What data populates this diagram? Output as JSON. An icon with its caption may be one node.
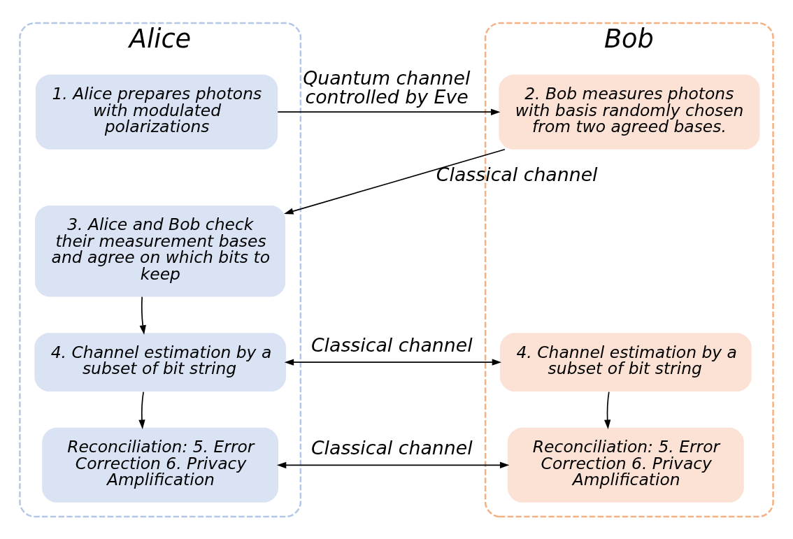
{
  "diagram": {
    "nodes": [
      {
        "text": [
          "Alice"
        ]
      },
      {
        "text": [
          "1. Alice prepares photons with modulated polarizations"
        ],
        "in": 0
      },
      {
        "text": [
          "3. Alice and Bob check their measurement bases and agree on which bits to keep"
        ],
        "in": 0
      },
      {
        "text": [
          "4. Channel estimation by a subset of bit string"
        ],
        "in": 0
      },
      {
        "text": [
          "Reconciliation: 5. Error Correction 6. Privacy Amplification"
        ],
        "in": 0
      },
      {
        "text": [
          "Bob"
        ]
      },
      {
        "text": [
          "2. Bob measures photons with basis randomly chosen from two agreed bases."
        ],
        "in": 5
      },
      {
        "text": [
          "4. Channel estimation by a subset of bit string"
        ],
        "in": 5
      },
      {
        "text": [
          "Reconciliation: 5. Error Correction 6. Privacy Amplification"
        ],
        "in": 5
      }
    ],
    "edges": [
      {
        "from": 1,
        "to": 6,
        "arrow": "to",
        "label": "Quantum channel controlled by Eve"
      },
      {
        "from": 6,
        "to": 2,
        "arrow": "to",
        "label": "Classical channel"
      },
      {
        "from": 2,
        "to": 3,
        "arrow": "to"
      },
      {
        "from": 3,
        "to": 7,
        "arrow": "both",
        "label": "Classical channel"
      },
      {
        "from": 3,
        "to": 4,
        "arrow": "to"
      },
      {
        "from": 7,
        "to": 8,
        "arrow": "to"
      },
      {
        "from": 4,
        "to": 8,
        "arrow": "both",
        "label": "Classical channel"
      }
    ]
  }
}
